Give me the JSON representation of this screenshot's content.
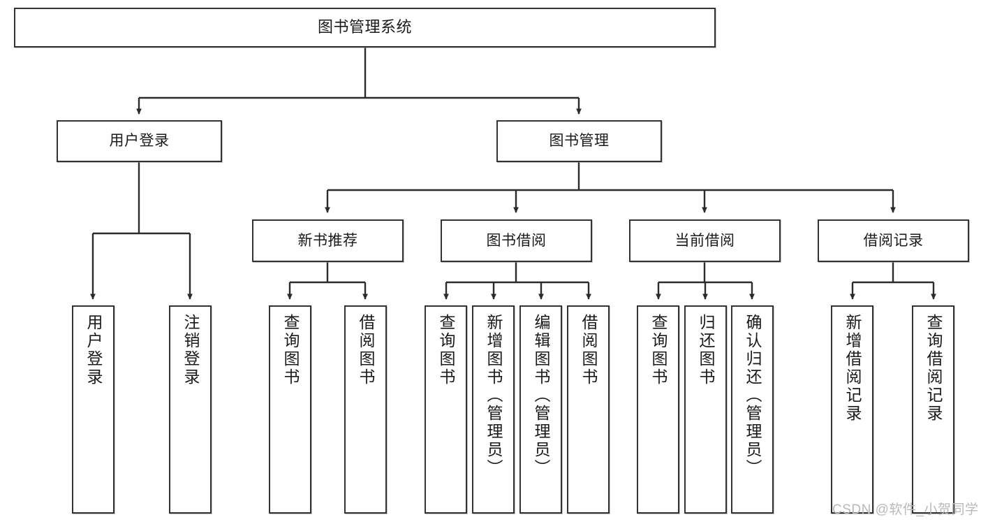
{
  "diagram": {
    "title": "图书管理系统",
    "type": "hierarchy-tree",
    "line_color": "#333333",
    "box_fill": "#ffffff",
    "text_color": "#1a1a1a",
    "levels": {
      "root": {
        "label": "图书管理系统"
      },
      "level2": [
        {
          "label": "用户登录"
        },
        {
          "label": "图书管理"
        }
      ],
      "level3": [
        {
          "label": "新书推荐"
        },
        {
          "label": "图书借阅"
        },
        {
          "label": "当前借阅"
        },
        {
          "label": "借阅记录"
        }
      ],
      "leaves": {
        "user_login": [
          {
            "label": "用户登录"
          },
          {
            "label": "注销登录"
          }
        ],
        "new_book_recommend": [
          {
            "label": "查询图书"
          },
          {
            "label": "借阅图书"
          }
        ],
        "book_borrow": [
          {
            "label": "查询图书"
          },
          {
            "label": "新增图书（管理员）"
          },
          {
            "label": "编辑图书（管理员）"
          },
          {
            "label": "借阅图书"
          }
        ],
        "current_borrow": [
          {
            "label": "查询图书"
          },
          {
            "label": "归还图书"
          },
          {
            "label": "确认归还（管理员）"
          }
        ],
        "borrow_record": [
          {
            "label": "新增借阅记录"
          },
          {
            "label": "查询借阅记录"
          }
        ]
      }
    }
  },
  "watermark": {
    "text": "CSDN @软件_小贺同学"
  }
}
